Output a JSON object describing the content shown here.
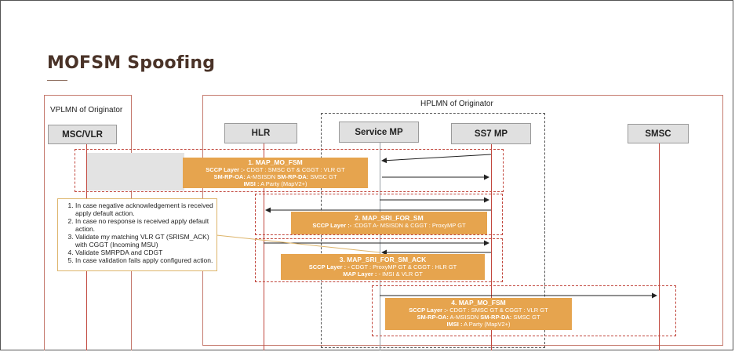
{
  "title": "MOFSM Spoofing",
  "regions": {
    "vplmn_label": "VPLMN of Originator",
    "hplmn_label": "HPLMN of Originator"
  },
  "entities": {
    "msc_vlr": "MSC/VLR",
    "hlr": "HLR",
    "service_mp": "Service MP",
    "ss7_mp": "SS7 MP",
    "smsc": "SMSC"
  },
  "messages": [
    {
      "title": "1. MAP_MO_FSM",
      "lines": [
        {
          "label": "SCCP Layer :-",
          "text": " CDGT : SMSC GT & CGGT : VLR GT"
        },
        {
          "label": "SM-RP-OA:",
          "text": " A-MSISDN ",
          "label2": "SM-RP-DA:",
          "text2": " SMSC GT"
        },
        {
          "label": "IMSI :",
          "text": " A Party (MapV2+)"
        }
      ]
    },
    {
      "title": "2. MAP_SRI_FOR_SM",
      "lines": [
        {
          "label": "SCCP Layer :-",
          "text": " :CDGT  A- MSISDN & CGGT : ProxyMP GT"
        }
      ]
    },
    {
      "title": "3. MAP_SRI_FOR_SM_ACK",
      "lines": [
        {
          "label": "SCCP Layer : -",
          "text": " CDGT : ProxyMP GT  &  CGGT : HLR GT"
        },
        {
          "label": "MAP Layer :",
          "text": " - IMSI & VLR GT"
        }
      ]
    },
    {
      "title": "4. MAP_MO_FSM",
      "lines": [
        {
          "label": "SCCP Layer :-",
          "text": " CDGT : SMSC GT & CGGT : VLR GT"
        },
        {
          "label": "SM-RP-OA:",
          "text": " A-MSISDN ",
          "label2": "SM-RP-DA:",
          "text2": " SMSC GT"
        },
        {
          "label": "IMSI :",
          "text": " A Party (MapV2+)"
        }
      ]
    }
  ],
  "note": {
    "items": [
      "In case negative acknowledgement is received apply default action.",
      "In case no response is received apply default action.",
      "Validate my matching  VLR GT (SRISM_ACK) with CGGT (Incoming MSU)",
      "Validate SMRPDA and CDGT",
      "In case validation fails apply configured action."
    ]
  },
  "colors": {
    "accent_orange": "#e6a44e",
    "lifeline_red": "#c1463c",
    "title_brown": "#4a3328"
  }
}
